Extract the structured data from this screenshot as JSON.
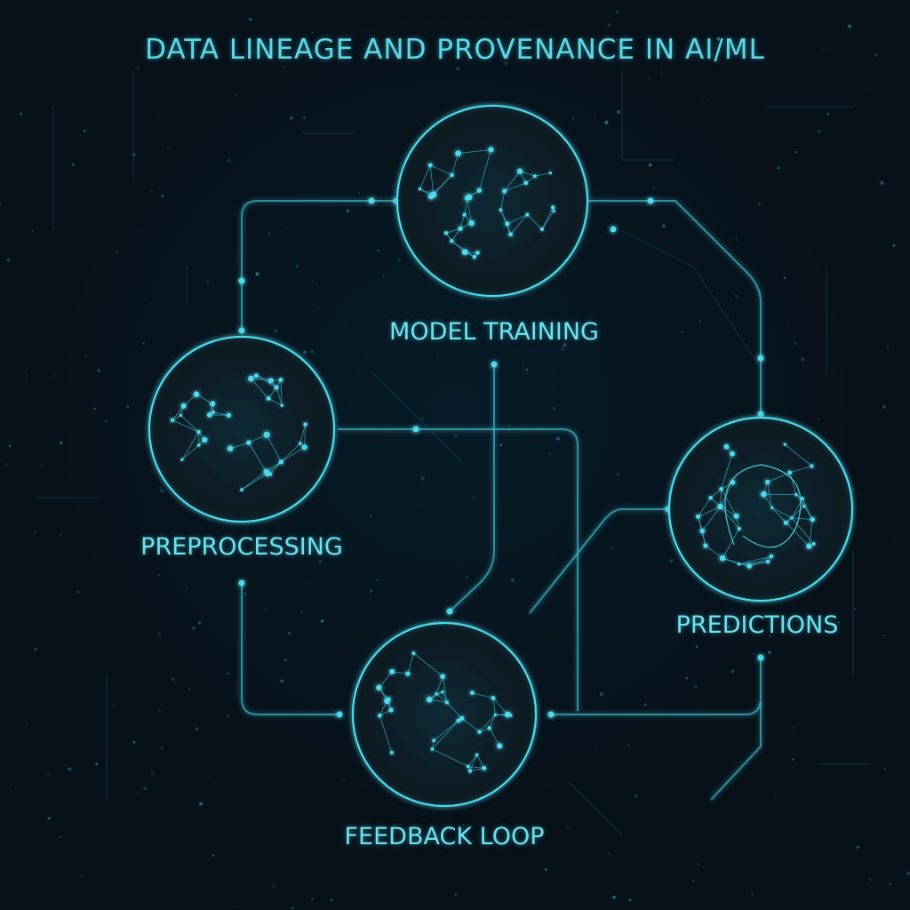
{
  "title": "DATA LINEAGE AND PROVENANCE IN AI/ML",
  "nodes": [
    {
      "id": "model-training",
      "label": "MODEL TRAINING"
    },
    {
      "id": "preprocessing",
      "label": "PREPROCESSING"
    },
    {
      "id": "predictions",
      "label": "PREDICTIONS"
    },
    {
      "id": "feedback-loop",
      "label": "FEEDBACK LOOP"
    }
  ],
  "colors": {
    "background": "#07111a",
    "accent": "#4fd8ea",
    "line": "#3fb6c8",
    "text": "#6fe0ee"
  }
}
